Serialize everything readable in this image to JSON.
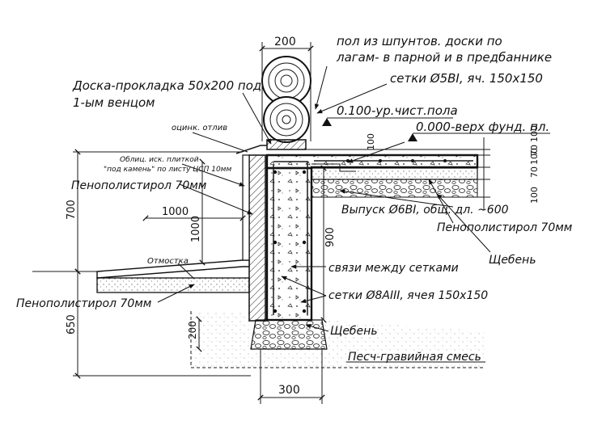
{
  "dimensions": {
    "top_width": "200",
    "dim_1000_horizontal": "1000",
    "dim_1000_vertical": "1000",
    "dim_700": "700",
    "dim_650": "650",
    "dim_900": "900",
    "dim_200_lower": "200",
    "dim_300": "300",
    "dim_100_upper": "100",
    "dim_70_upper": "70",
    "dim_100_mid": "100",
    "dim_70_lower": "70",
    "dim_100_right": "100",
    "dim_100_bottom": "100"
  },
  "labels": {
    "floor_boards_line1": "пол из шпунтов. доски по",
    "floor_boards_line2": "лагам- в парной и в предбаннике",
    "mesh_5": "сетки Ø5ВI, яч. 150х150",
    "board_pad_line1": "Доска-прокладка 50х200 под",
    "board_pad_line2": "1-ым венцом",
    "floor_level": "0.100-ур.чист.пола",
    "found_level": "0.000-верх фунд. пл.",
    "zinc_flashing": "оцинк. отлив",
    "cladding_line1": "Облиц. иск. плиткой",
    "cladding_line2": "\"под камень\" по листу ЦСП 10мм",
    "polystyrene_left": "Пенополистирол 70мм",
    "outlet": "Выпуск Ø6ВI, общ. дл. ~600",
    "polystyrene_right": "Пенополистирол 70мм",
    "gravel_right": "Щебень",
    "blind_area": "Отмостка",
    "ties": "связи между сетками",
    "mesh_8": "сетки Ø8АIII, ячея 150х150",
    "polystyrene_bottom": "Пенополистирол 70мм",
    "gravel_bottom": "Щебень",
    "sand_gravel": "Песч-гравийная смесь"
  }
}
